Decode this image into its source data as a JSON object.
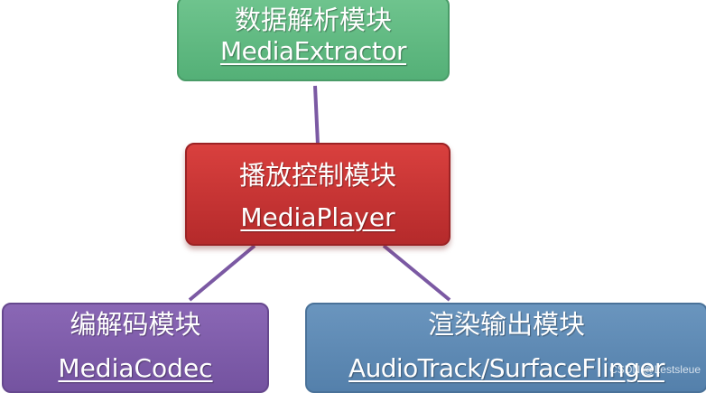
{
  "nodes": {
    "extractor": {
      "title": "数据解析模块",
      "sub": "MediaExtractor",
      "color": "#5cb87e"
    },
    "player": {
      "title": "播放控制模块",
      "sub": "MediaPlayer",
      "color": "#c8312f"
    },
    "codec": {
      "title": "编解码模块",
      "sub": "MediaCodec",
      "color": "#7d5ca9"
    },
    "render": {
      "title": "渲染输出模块",
      "sub": "AudioTrack/SurfaceFlinger",
      "color": "#5e89b4"
    }
  },
  "connector_color": "#7b59a3",
  "watermark": "CSDN @Lestsleue"
}
